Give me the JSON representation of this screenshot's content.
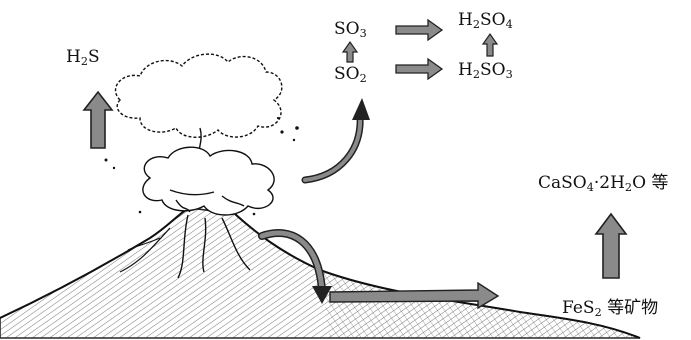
{
  "labels": {
    "h2s": {
      "main": "H",
      "sub": "2",
      "tail": "S"
    },
    "so3": {
      "main": "SO",
      "sub": "3"
    },
    "so2": {
      "main": "SO",
      "sub": "2"
    },
    "h2so4": {
      "a": "H",
      "sub1": "2",
      "b": "SO",
      "sub2": "4"
    },
    "h2so3": {
      "a": "H",
      "sub1": "2",
      "b": "SO",
      "sub2": "3"
    },
    "gypsum": {
      "a": "CaSO",
      "sub1": "4",
      "b": "·2H",
      "sub2": "2",
      "c": "O 等"
    },
    "pyrite": {
      "a": "FeS",
      "sub1": "2",
      "b": " 等矿物"
    }
  },
  "colors": {
    "ink": "#111111",
    "arrow_fill": "#8a8a8a",
    "arrow_stroke": "#222222",
    "paper": "#ffffff"
  }
}
